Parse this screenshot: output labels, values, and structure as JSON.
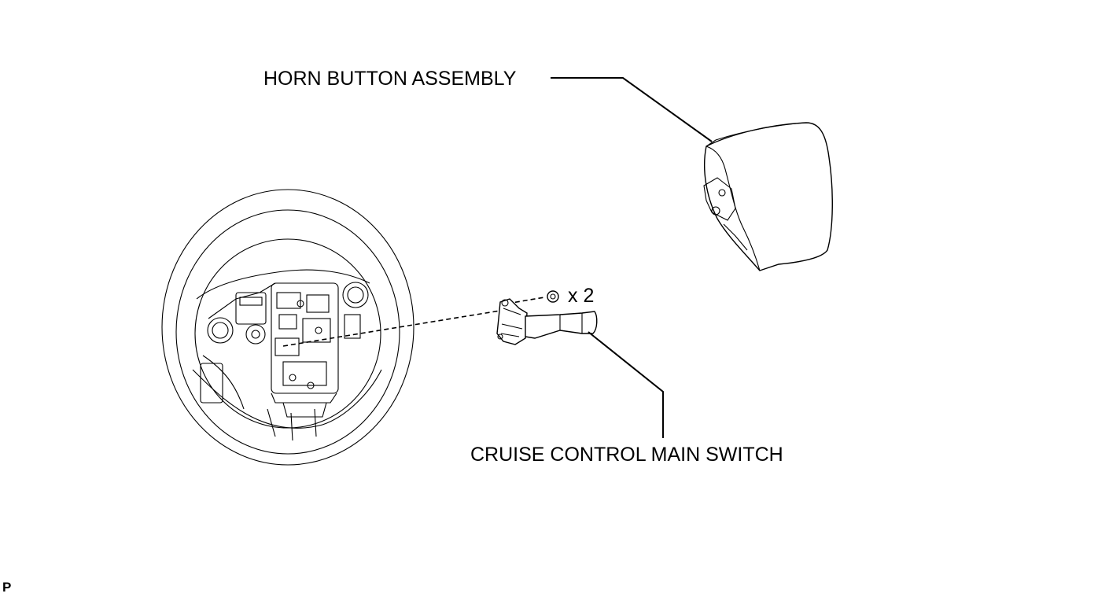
{
  "labels": {
    "horn_button_assembly": "HORN BUTTON ASSEMBLY",
    "cruise_control_main_switch": "CRUISE CONTROL MAIN SWITCH",
    "screw_quantity": "x 2",
    "illustration_code": "P"
  }
}
